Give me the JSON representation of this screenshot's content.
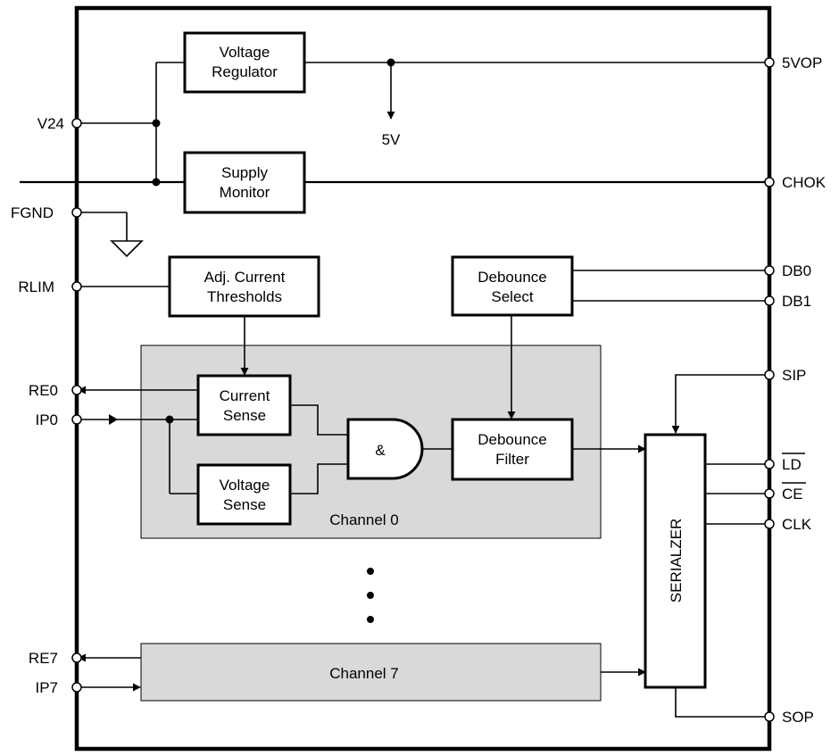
{
  "blocks": {
    "voltage_regulator": [
      "Voltage",
      "Regulator"
    ],
    "supply_monitor": [
      "Supply",
      "Monitor"
    ],
    "adj_current_thresholds": [
      "Adj. Current",
      "Thresholds"
    ],
    "debounce_select": [
      "Debounce",
      "Select"
    ],
    "current_sense": [
      "Current",
      "Sense"
    ],
    "voltage_sense": [
      "Voltage",
      "Sense"
    ],
    "and_gate": "&",
    "debounce_filter": [
      "Debounce",
      "Filter"
    ],
    "serializer": "SERIALZER",
    "channel0": "Channel 0",
    "channel7": "Channel 7"
  },
  "signals": {
    "v5": "5V"
  },
  "pins": {
    "left": {
      "v24": "V24",
      "fgnd": "FGND",
      "rlim": "RLIM",
      "re0": "RE0",
      "ip0": "IP0",
      "re7": "RE7",
      "ip7": "IP7"
    },
    "right": {
      "vop5": "5VOP",
      "chok": "CHOK",
      "db0": "DB0",
      "db1": "DB1",
      "sip": "SIP",
      "ld": "LD",
      "ce": "CE",
      "clk": "CLK",
      "sop": "SOP"
    }
  }
}
